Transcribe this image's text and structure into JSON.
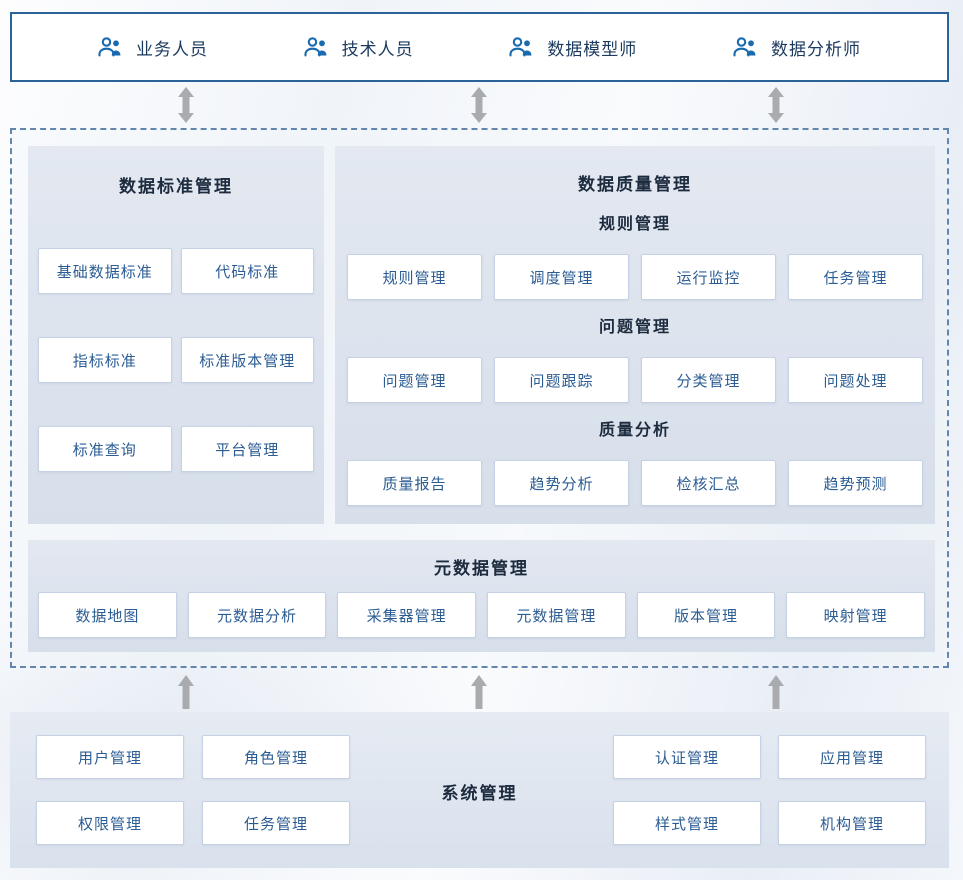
{
  "colors": {
    "topbar_border": "#2b6399",
    "role_text": "#1b3a5e",
    "icon_blue": "#1a6ab0",
    "dashed_border": "#6486ac",
    "panel_bg_top": "#e3e8f1",
    "panel_bg_bottom": "#d7dfeb",
    "module_border": "#c5d2e4",
    "module_text": "#2b5c93",
    "title_text": "#1d2b3e",
    "arrow_gray": "#a9abae"
  },
  "icons": {
    "role_icon": "users-icon",
    "top_arrow": "double-vertical-arrow-icon",
    "bottom_arrow": "up-arrow-icon"
  },
  "roles": [
    {
      "label": "业务人员"
    },
    {
      "label": "技术人员"
    },
    {
      "label": "数据模型师"
    },
    {
      "label": "数据分析师"
    }
  ],
  "standard_panel": {
    "title": "数据标准管理",
    "items": [
      "基础数据标准",
      "代码标准",
      "指标标准",
      "标准版本管理",
      "标准查询",
      "平台管理"
    ]
  },
  "quality_panel": {
    "title": "数据质量管理",
    "groups": [
      {
        "title": "规则管理",
        "items": [
          "规则管理",
          "调度管理",
          "运行监控",
          "任务管理"
        ]
      },
      {
        "title": "问题管理",
        "items": [
          "问题管理",
          "问题跟踪",
          "分类管理",
          "问题处理"
        ]
      },
      {
        "title": "质量分析",
        "items": [
          "质量报告",
          "趋势分析",
          "检核汇总",
          "趋势预测"
        ]
      }
    ]
  },
  "metadata_panel": {
    "title": "元数据管理",
    "items": [
      "数据地图",
      "元数据分析",
      "采集器管理",
      "元数据管理",
      "版本管理",
      "映射管理"
    ]
  },
  "system_panel": {
    "title": "系统管理",
    "left_items": [
      "用户管理",
      "角色管理",
      "权限管理",
      "任务管理"
    ],
    "right_items": [
      "认证管理",
      "应用管理",
      "样式管理",
      "机构管理"
    ]
  }
}
